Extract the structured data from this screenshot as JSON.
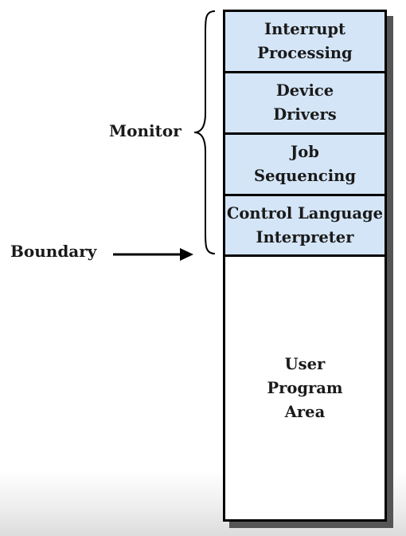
{
  "diagram": {
    "segments": [
      {
        "label": "Interrupt\nProcessing"
      },
      {
        "label": "Device\nDrivers"
      },
      {
        "label": "Job\nSequencing"
      },
      {
        "label": "Control Language\nInterpreter"
      },
      {
        "label": "User\nProgram\nArea"
      }
    ],
    "monitor_label": "Monitor",
    "boundary_label": "Boundary",
    "colors": {
      "monitor_fill": "#d4e5f7",
      "user_fill": "#ffffff",
      "border": "#000000"
    }
  }
}
